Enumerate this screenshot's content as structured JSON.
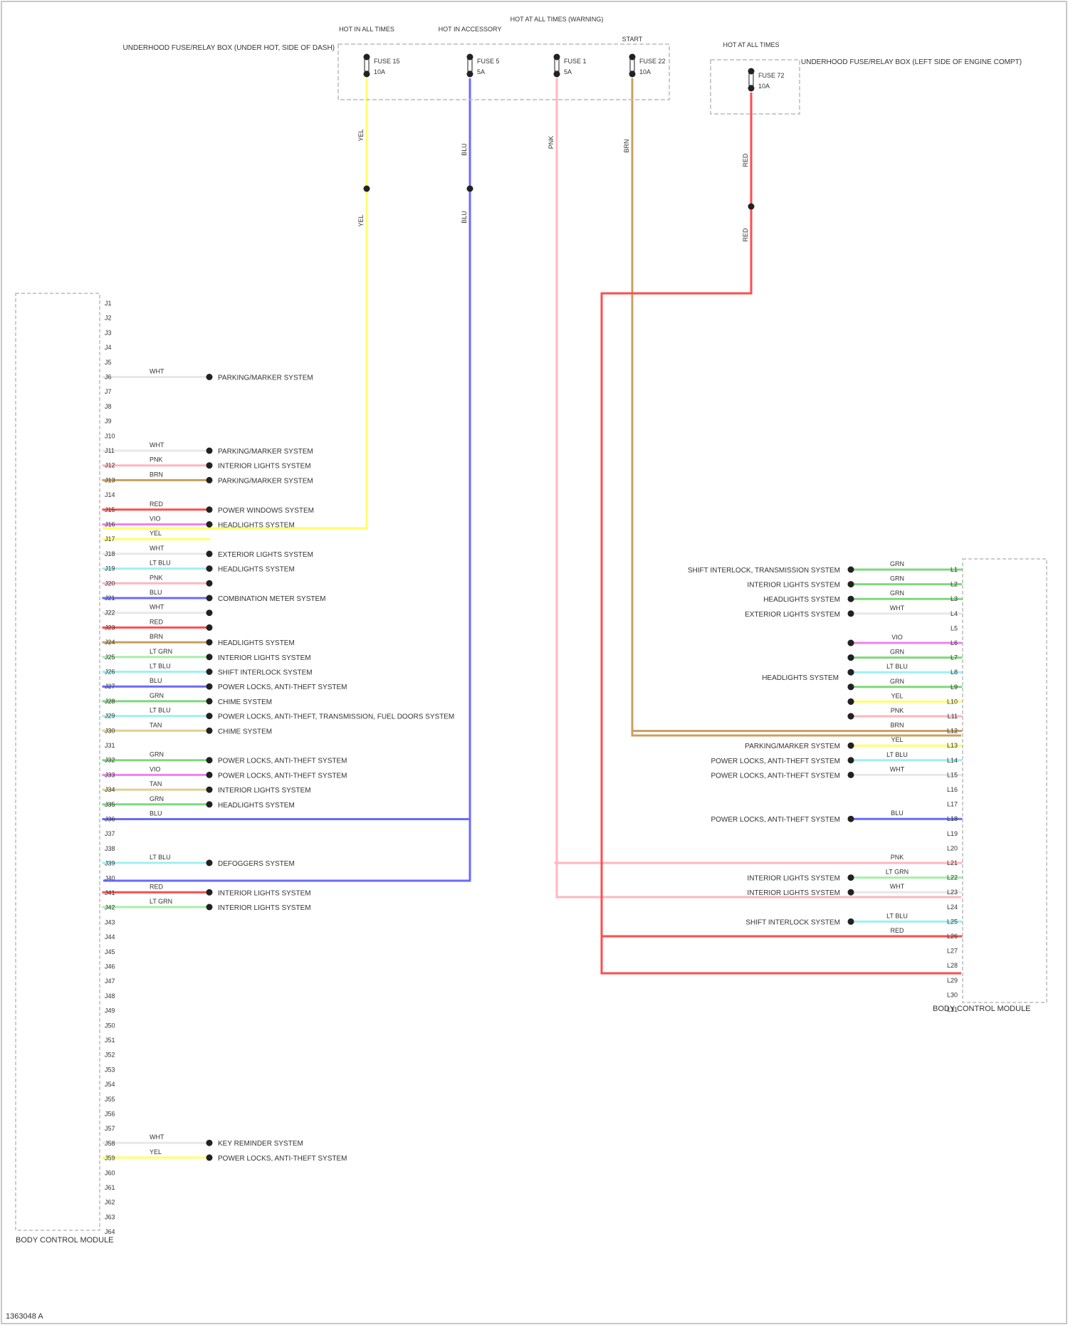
{
  "diagram": {
    "figure_id": "1363048 A",
    "left_module_label": "BODY CONTROL MODULE",
    "right_module_label": "BODY CONTROL MODULE",
    "fuse_box_1_label": "UNDERHOOD FUSE/RELAY BOX (UNDER HOT, SIDE OF DASH)",
    "fuse_box_2_label": "UNDERHOOD FUSE/RELAY BOX (LEFT SIDE OF ENGINE COMPT)",
    "fuse_headers": [
      {
        "id": "h1",
        "text": "HOT IN ALL TIMES"
      },
      {
        "id": "h2",
        "text": "HOT IN ACCESSORY"
      },
      {
        "id": "h3",
        "text": "HOT AT ALL TIMES (WARNING)"
      },
      {
        "id": "h4",
        "text": "START"
      },
      {
        "id": "h5",
        "text": "HOT AT ALL TIMES"
      }
    ],
    "fuses": [
      {
        "id": "f1",
        "name": "FUSE 15",
        "amps": "10A"
      },
      {
        "id": "f2",
        "name": "FUSE 5",
        "amps": "5A"
      },
      {
        "id": "f3",
        "name": "FUSE 1",
        "amps": "5A"
      },
      {
        "id": "f4",
        "name": "FUSE 22",
        "amps": "10A"
      },
      {
        "id": "f5",
        "name": "FUSE 72",
        "amps": "10A"
      }
    ],
    "left_pins": [
      "J1",
      "J2",
      "J3",
      "J4",
      "J5",
      "J6",
      "J7",
      "J8",
      "J9",
      "J10",
      "J11",
      "J12",
      "J13",
      "J14",
      "J15",
      "J16",
      "J17",
      "J18",
      "J19",
      "J20",
      "J21",
      "J22",
      "J23",
      "J24",
      "J25",
      "J26",
      "J27",
      "J28",
      "J29",
      "J30",
      "J31",
      "J32",
      "J33",
      "J34",
      "J35",
      "J36",
      "J37",
      "J38",
      "J39",
      "J40",
      "J41",
      "J42",
      "J43",
      "J44",
      "J45",
      "J46",
      "J47",
      "J48",
      "J49",
      "J50",
      "J51",
      "J52",
      "J53",
      "J54",
      "J55",
      "J56",
      "J57",
      "J58",
      "J59",
      "J60",
      "J61",
      "J62",
      "J63",
      "J64"
    ],
    "right_pins": [
      "L1",
      "L2",
      "L3",
      "L4",
      "L5",
      "L6",
      "L7",
      "L8",
      "L9",
      "L10",
      "L11",
      "L12",
      "L13",
      "L14",
      "L15",
      "L16",
      "L17",
      "L18",
      "L19",
      "L20",
      "L21",
      "L22",
      "L23",
      "L24",
      "L25",
      "L26",
      "L27",
      "L28",
      "L29",
      "L30",
      "L31"
    ],
    "left_circuits": [
      {
        "id": "lc1",
        "color": "WHT",
        "dest": "PARKING/MARKER SYSTEM",
        "hex": "#e8e8e8"
      },
      {
        "id": "lc2",
        "color": "WHT",
        "dest": "PARKING/MARKER SYSTEM",
        "hex": "#e8e8e8"
      },
      {
        "id": "lc3",
        "color": "PNK",
        "dest": "INTERIOR LIGHTS SYSTEM",
        "hex": "#ffb6c1"
      },
      {
        "id": "lc4",
        "color": "BRN",
        "dest": "PARKING/MARKER SYSTEM",
        "hex": "#c8a060"
      },
      {
        "id": "lc5",
        "color": "RED",
        "dest": "POWER WINDOWS SYSTEM",
        "hex": "#ff4d4d"
      },
      {
        "id": "lc6",
        "color": "VIO",
        "dest": "HEADLIGHTS SYSTEM",
        "hex": "#ee82ee"
      },
      {
        "id": "lc7",
        "color": "YEL",
        "dest": "",
        "hex": "#ffff66"
      },
      {
        "id": "lc8",
        "color": "WHT",
        "dest": "EXTERIOR LIGHTS SYSTEM",
        "hex": "#e8e8e8"
      },
      {
        "id": "lc9",
        "color": "LT BLU",
        "dest": "HEADLIGHTS SYSTEM",
        "hex": "#9ff0f0"
      },
      {
        "id": "lc10",
        "color": "PNK",
        "dest": "",
        "hex": "#ffb6c1"
      },
      {
        "id": "lc11",
        "color": "BLU",
        "dest": "COMBINATION METER SYSTEM",
        "hex": "#6a6aff"
      },
      {
        "id": "lc12",
        "color": "WHT",
        "dest": "",
        "hex": "#e8e8e8"
      },
      {
        "id": "lc13",
        "color": "RED",
        "dest": "",
        "hex": "#ff4d4d"
      },
      {
        "id": "lc14",
        "color": "BRN",
        "dest": "HEADLIGHTS SYSTEM",
        "hex": "#c8a060"
      },
      {
        "id": "lc15",
        "color": "LT GRN",
        "dest": "INTERIOR LIGHTS SYSTEM",
        "hex": "#a6f0a6"
      },
      {
        "id": "lc16",
        "color": "LT BLU",
        "dest": "SHIFT INTERLOCK SYSTEM",
        "hex": "#9ff0f0"
      },
      {
        "id": "lc17",
        "color": "BLU",
        "dest": "POWER LOCKS, ANTI-THEFT SYSTEM",
        "hex": "#6a6aff"
      },
      {
        "id": "lc18",
        "color": "GRN",
        "dest": "CHIME SYSTEM",
        "hex": "#7ed87e"
      },
      {
        "id": "lc19",
        "color": "LT BLU",
        "dest": "POWER LOCKS, ANTI-THEFT, TRANSMISSION, FUEL DOORS SYSTEM",
        "hex": "#9ff0f0"
      },
      {
        "id": "lc20",
        "color": "TAN",
        "dest": "CHIME SYSTEM",
        "hex": "#e0d090"
      },
      {
        "id": "lc21",
        "color": "GRN",
        "dest": "POWER LOCKS, ANTI-THEFT SYSTEM",
        "hex": "#7ed87e"
      },
      {
        "id": "lc22",
        "color": "VIO",
        "dest": "POWER LOCKS, ANTI-THEFT SYSTEM",
        "hex": "#ee82ee"
      },
      {
        "id": "lc23",
        "color": "TAN",
        "dest": "INTERIOR LIGHTS SYSTEM",
        "hex": "#e0d090"
      },
      {
        "id": "lc24",
        "color": "GRN",
        "dest": "HEADLIGHTS SYSTEM",
        "hex": "#7ed87e"
      },
      {
        "id": "lc25",
        "color": "BLU",
        "dest": "",
        "hex": "#6a6aff"
      },
      {
        "id": "lc26",
        "color": "LT BLU",
        "dest": "DEFOGGERS SYSTEM",
        "hex": "#9ff0f0"
      },
      {
        "id": "lc27",
        "color": "RED",
        "dest": "INTERIOR LIGHTS SYSTEM",
        "hex": "#ff4d4d"
      },
      {
        "id": "lc28",
        "color": "LT GRN",
        "dest": "INTERIOR LIGHTS SYSTEM",
        "hex": "#a6f0a6"
      },
      {
        "id": "lc29",
        "color": "WHT",
        "dest": "KEY REMINDER SYSTEM",
        "hex": "#e8e8e8"
      },
      {
        "id": "lc30",
        "color": "YEL",
        "dest": "POWER LOCKS, ANTI-THEFT SYSTEM",
        "hex": "#ffff66"
      }
    ],
    "right_circuits": [
      {
        "id": "rc1",
        "color": "GRN",
        "dest": "SHIFT INTERLOCK, TRANSMISSION SYSTEM",
        "hex": "#7ed87e"
      },
      {
        "id": "rc2",
        "color": "GRN",
        "dest": "INTERIOR LIGHTS SYSTEM",
        "hex": "#7ed87e"
      },
      {
        "id": "rc3",
        "color": "GRN",
        "dest": "HEADLIGHTS SYSTEM",
        "hex": "#7ed87e"
      },
      {
        "id": "rc4",
        "color": "WHT",
        "dest": "EXTERIOR LIGHTS SYSTEM",
        "hex": "#e8e8e8"
      },
      {
        "id": "rc5",
        "color": "VIO",
        "dest": "",
        "hex": "#ee82ee"
      },
      {
        "id": "rc6",
        "color": "GRN",
        "dest": "",
        "hex": "#7ed87e"
      },
      {
        "id": "rc7",
        "color": "LT BLU",
        "dest": "",
        "hex": "#9ff0f0"
      },
      {
        "id": "rc8",
        "color": "GRN",
        "dest": "",
        "hex": "#7ed87e"
      },
      {
        "id": "rc9",
        "color": "YEL",
        "dest": "",
        "hex": "#ffff66"
      },
      {
        "id": "rc10",
        "color": "PNK",
        "dest": "",
        "hex": "#ffb6c1"
      },
      {
        "id": "rc11",
        "color": "BRN",
        "dest": "",
        "hex": "#c8a060"
      },
      {
        "id": "rc12",
        "color": "YEL",
        "dest": "PARKING/MARKER SYSTEM",
        "hex": "#ffff66"
      },
      {
        "id": "rc13",
        "color": "LT BLU",
        "dest": "POWER LOCKS, ANTI-THEFT SYSTEM",
        "hex": "#9ff0f0"
      },
      {
        "id": "rc14",
        "color": "WHT",
        "dest": "POWER LOCKS, ANTI-THEFT SYSTEM",
        "hex": "#e8e8e8"
      },
      {
        "id": "rc15",
        "color": "BLU",
        "dest": "POWER LOCKS, ANTI-THEFT SYSTEM",
        "hex": "#6a6aff"
      },
      {
        "id": "rc16",
        "color": "PNK",
        "dest": "",
        "hex": "#ffb6c1"
      },
      {
        "id": "rc17",
        "color": "LT GRN",
        "dest": "INTERIOR LIGHTS SYSTEM",
        "hex": "#a6f0a6"
      },
      {
        "id": "rc18",
        "color": "WHT",
        "dest": "INTERIOR LIGHTS SYSTEM",
        "hex": "#e8e8e8"
      },
      {
        "id": "rc19",
        "color": "LT BLU",
        "dest": "SHIFT INTERLOCK SYSTEM",
        "hex": "#9ff0f0"
      },
      {
        "id": "rc20",
        "color": "RED",
        "dest": "",
        "hex": "#ff4d4d"
      }
    ],
    "group_label": "HEADLIGHTS SYSTEM",
    "feed_wires": [
      {
        "id": "w1",
        "color": "YEL",
        "hex": "#ffff66"
      },
      {
        "id": "w2",
        "color": "BLU",
        "hex": "#6a6aff"
      },
      {
        "id": "w3",
        "color": "PNK",
        "hex": "#ffb6c1"
      },
      {
        "id": "w4",
        "color": "BRN",
        "hex": "#c8a060"
      },
      {
        "id": "w5",
        "color": "RED",
        "hex": "#ff4d4d"
      }
    ]
  }
}
